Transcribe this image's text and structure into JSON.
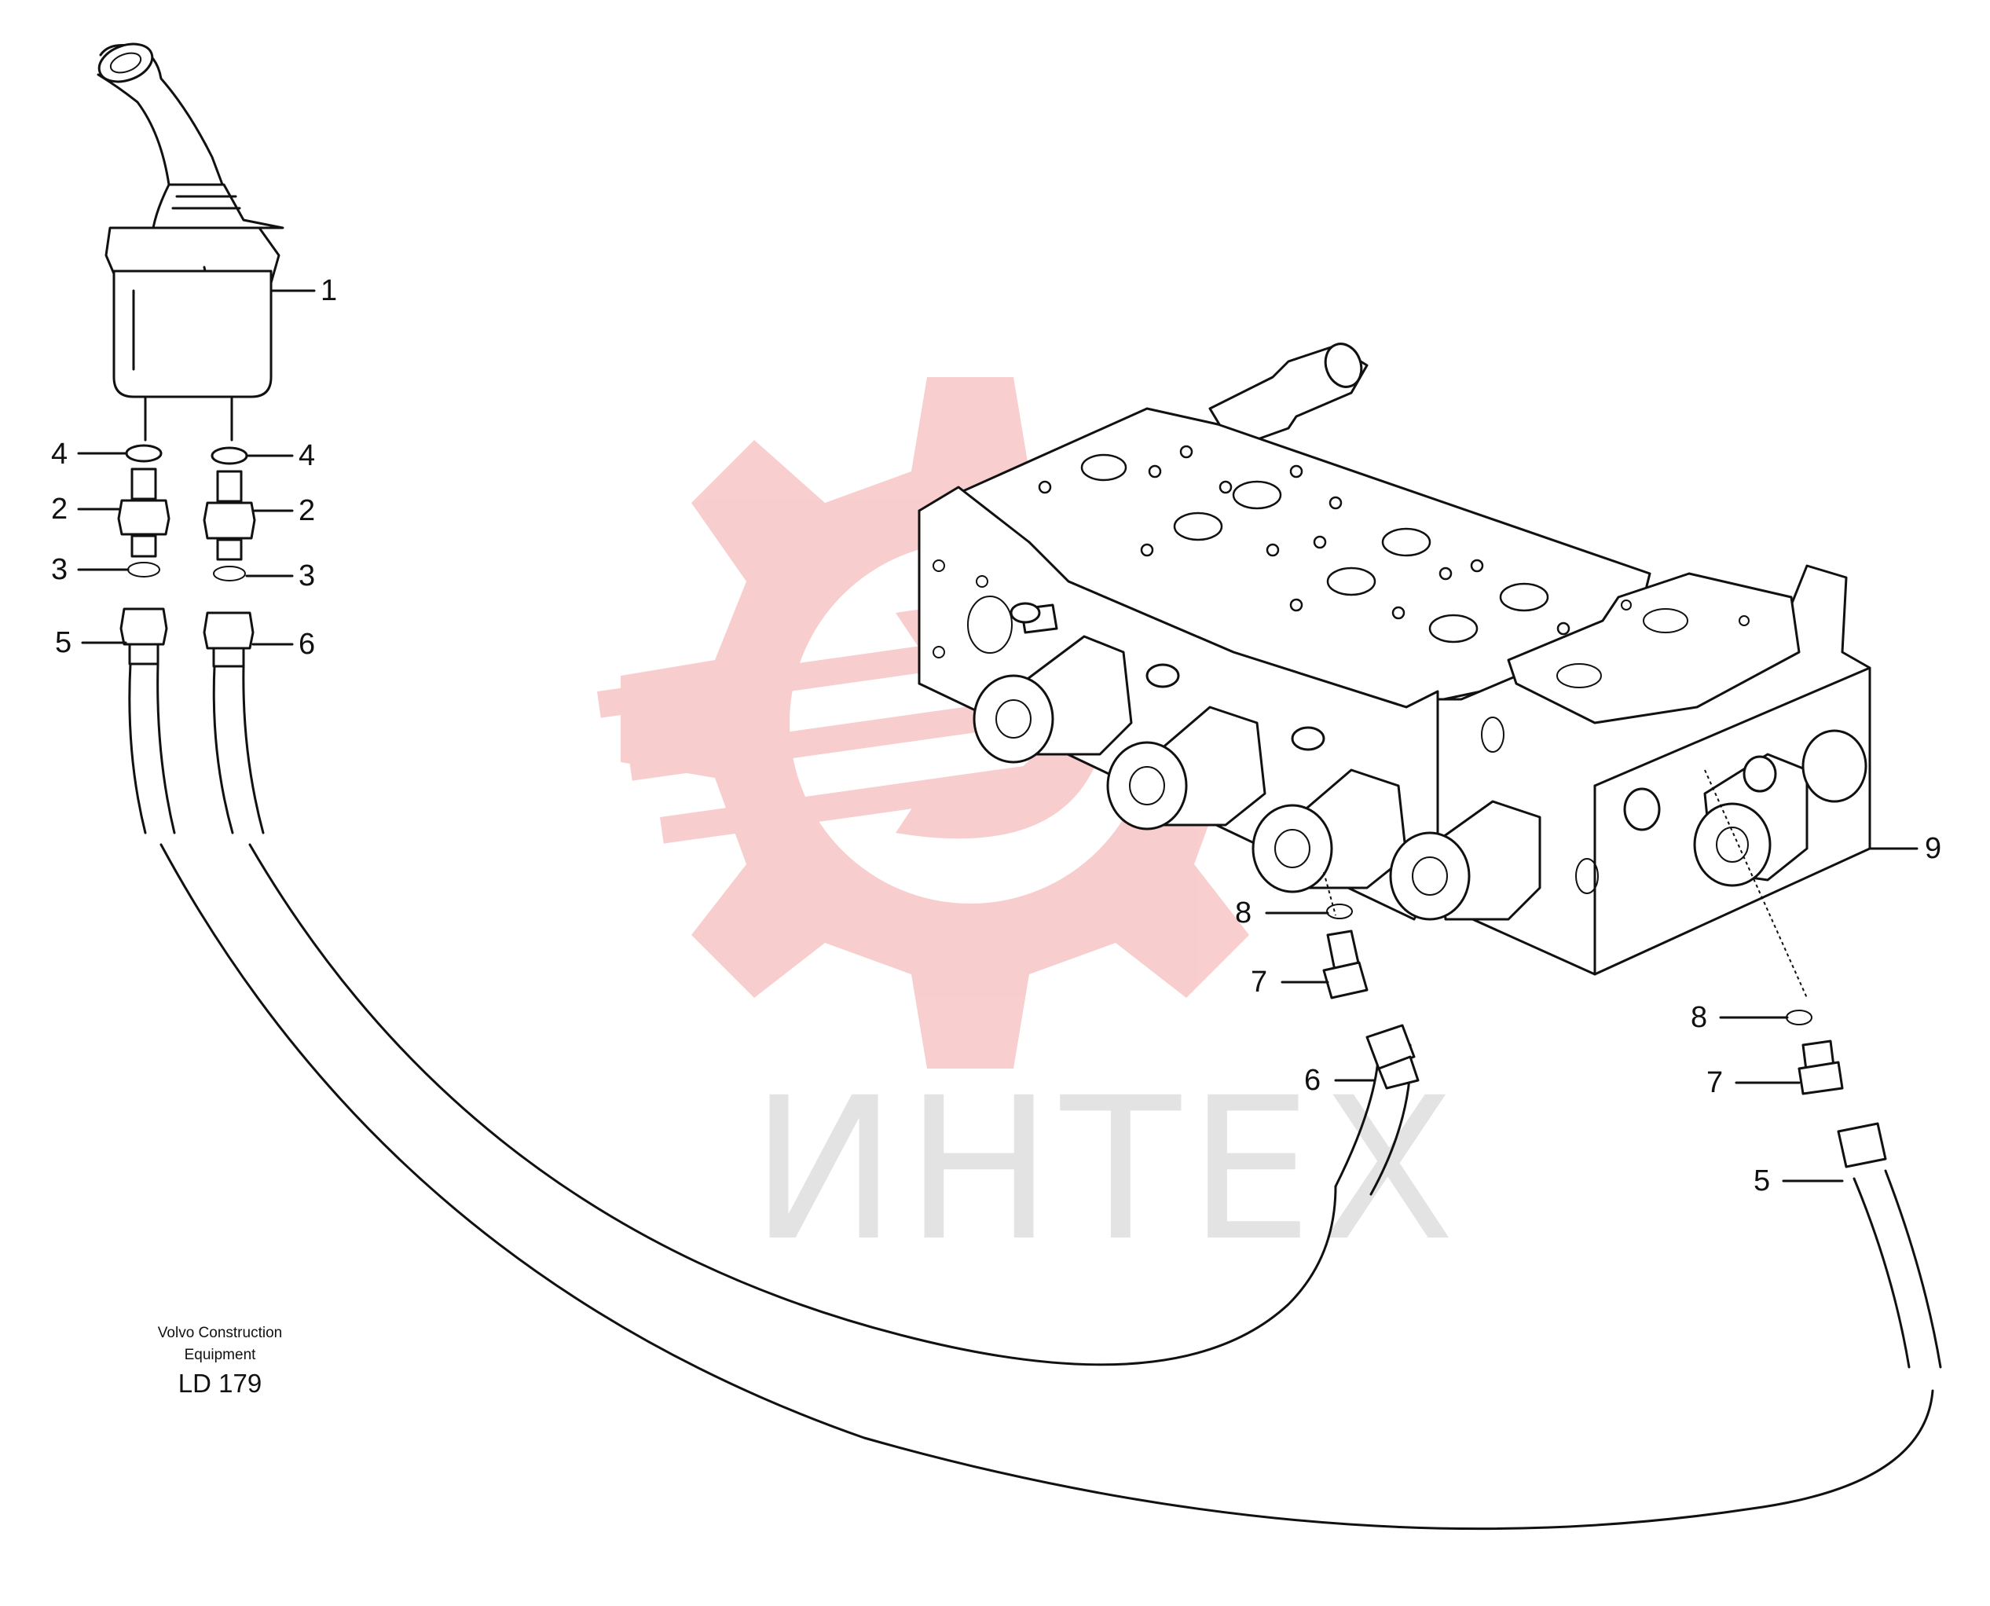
{
  "watermark": {
    "text": "ИНТЕХ",
    "color": "#f5b8b8"
  },
  "callouts": {
    "n1": "1",
    "n2": "2",
    "n3": "3",
    "n4": "4",
    "n5": "5",
    "n6": "6",
    "n7": "7",
    "n8": "8",
    "n9": "9"
  },
  "caption": {
    "line1": "Volvo Construction",
    "line2": "Equipment",
    "code": "LD 179"
  }
}
